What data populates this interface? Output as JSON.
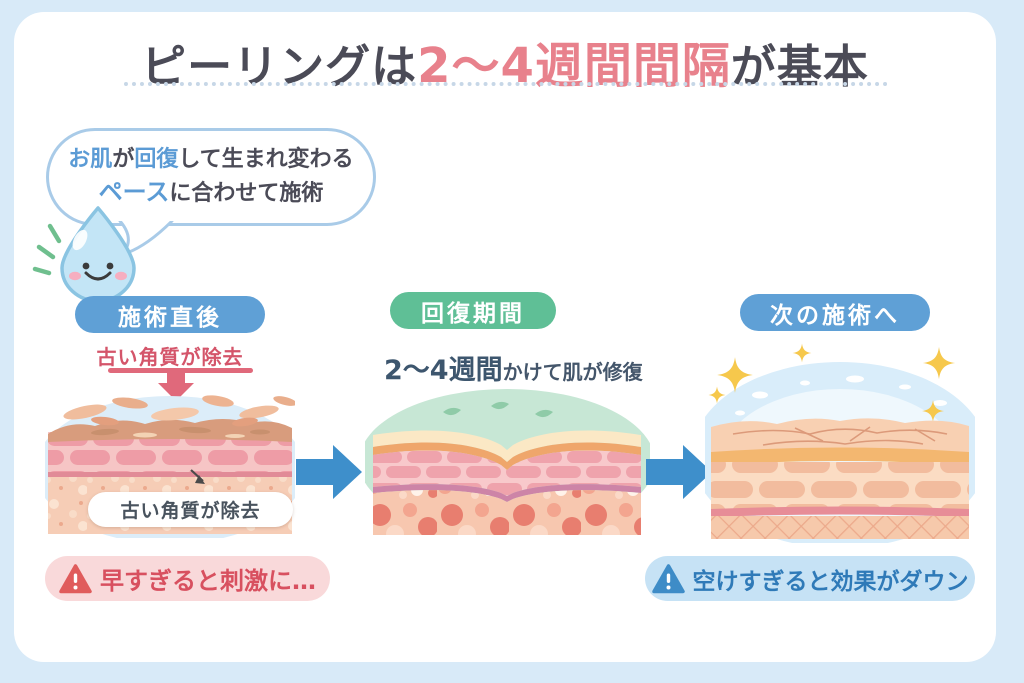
{
  "title": {
    "prefix": "ピーリングは",
    "highlight": "2〜4週間間隔",
    "suffix": "が基本"
  },
  "speech_bubble": {
    "line1": [
      {
        "t": "お肌",
        "highlight": true
      },
      {
        "t": "が",
        "highlight": false
      },
      {
        "t": "回復",
        "highlight": true
      },
      {
        "t": "して生まれ変わる",
        "highlight": false
      }
    ],
    "line2": [
      {
        "t": "ペース",
        "highlight": true
      },
      {
        "t": "に合わせて施術",
        "highlight": false
      }
    ]
  },
  "stages": [
    {
      "badge": "施術直後",
      "caption": "古い角質が除去",
      "diagram_label": "古い角質が除去",
      "warning": "早すぎると刺激に…"
    },
    {
      "badge": "回復期間",
      "caption_strong": "2〜4週間",
      "caption_rest": "かけて肌が修復"
    },
    {
      "badge": "次の施術へ",
      "warning": "空けすぎると効果がダウン"
    }
  ],
  "icons": {
    "mascot": "water-drop-character",
    "warning": "warning-triangle",
    "flow": "right-arrow",
    "sparkle": "four-point-star"
  },
  "colors": {
    "background": "#D8EAF8",
    "card": "#FFFFFF",
    "title_text": "#4B4B57",
    "title_accent": "#E8818C",
    "bubble_border": "#A9CBE8",
    "bubble_accent_text": "#5B9BD5",
    "badge_blue": "#5FA0D6",
    "badge_green": "#5FBF96",
    "caption_red": "#D4556A",
    "flow_arrow_blue": "#3E8FCB",
    "warning_red_bg": "#F9D9DA",
    "warning_red_text": "#D8505F",
    "warning_blue_bg": "#C6E2F5",
    "warning_blue_text": "#2F7AB8"
  }
}
